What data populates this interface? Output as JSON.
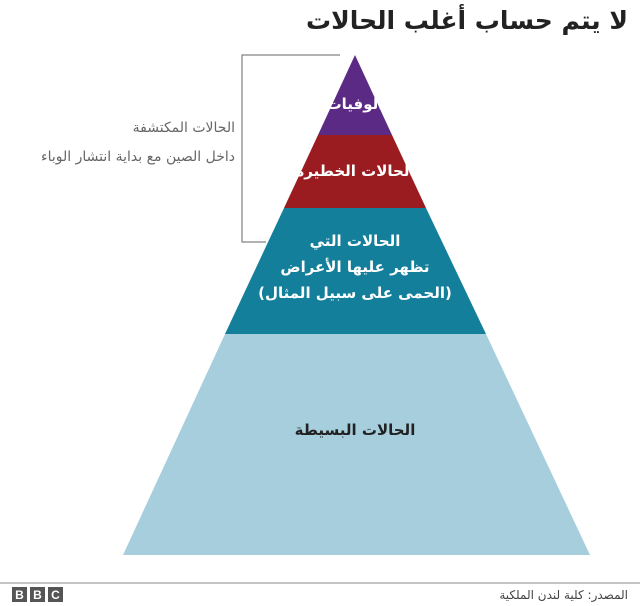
{
  "title": "لا يتم حساب أغلب الحالات",
  "colors": {
    "deaths": "#5b2a84",
    "severe": "#9b1c20",
    "symptomatic": "#137f9a",
    "mild": "#a6cedd"
  },
  "pyramid": {
    "deaths": "الوفيات",
    "severe": "الحالات الخطيرة",
    "symptomatic": [
      "الحالات التي",
      "تظهر عليها الأعراض",
      "(الحمى على سبيل المثال)"
    ],
    "mild": "الحالات البسيطة"
  },
  "bracket_note": [
    "الحالات المكتشفة",
    "داخل الصين مع بداية انتشار الوباء"
  ],
  "footer": {
    "source": "المصدر: كلية لندن الملكية",
    "logo": [
      "B",
      "B",
      "C"
    ]
  }
}
